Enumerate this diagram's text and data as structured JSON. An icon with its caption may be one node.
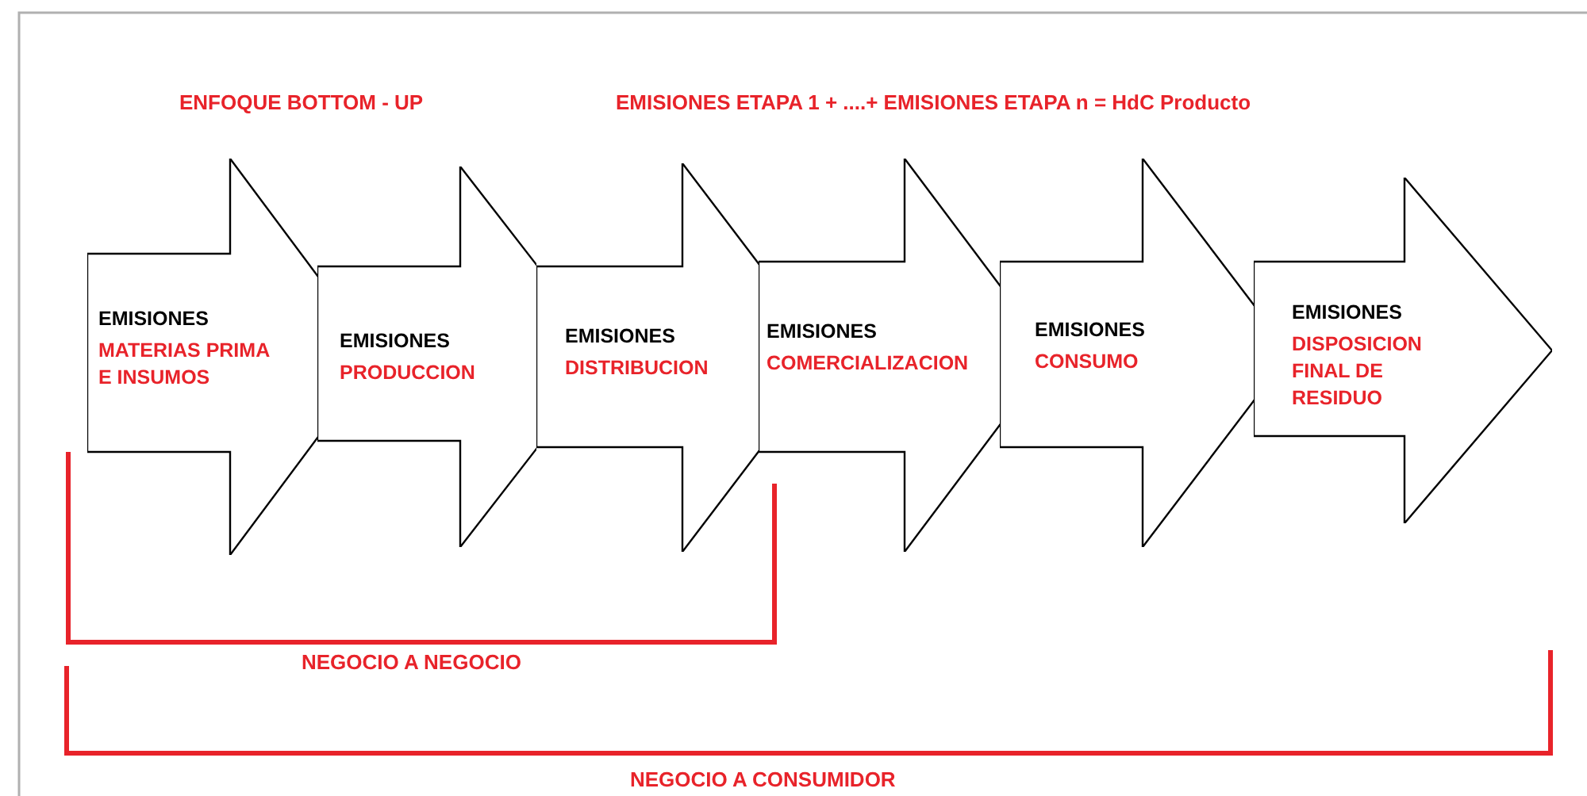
{
  "diagram": {
    "nodes": [
      {
        "text": [
          "EMISIONES",
          "MATERIAS PRIMA E INSUMOS"
        ]
      },
      {
        "text": [
          "EMISIONES",
          "PRODUCCION"
        ]
      },
      {
        "text": [
          "EMISIONES",
          "DISTRIBUCION"
        ]
      },
      {
        "text": [
          "EMISIONES",
          "COMERCIALIZACION"
        ]
      },
      {
        "text": [
          "EMISIONES",
          "CONSUMO"
        ]
      },
      {
        "text": [
          "EMISIONES",
          "DISPOSICION FINAL DE RESIDUO"
        ]
      }
    ],
    "labels": [
      "ENFOQUE BOTTOM - UP",
      "EMISIONES ETAPA 1 + ....+ EMISIONES ETAPA n = HdC Producto",
      "NEGOCIO A NEGOCIO",
      "NEGOCIO A CONSUMIDOR"
    ]
  }
}
